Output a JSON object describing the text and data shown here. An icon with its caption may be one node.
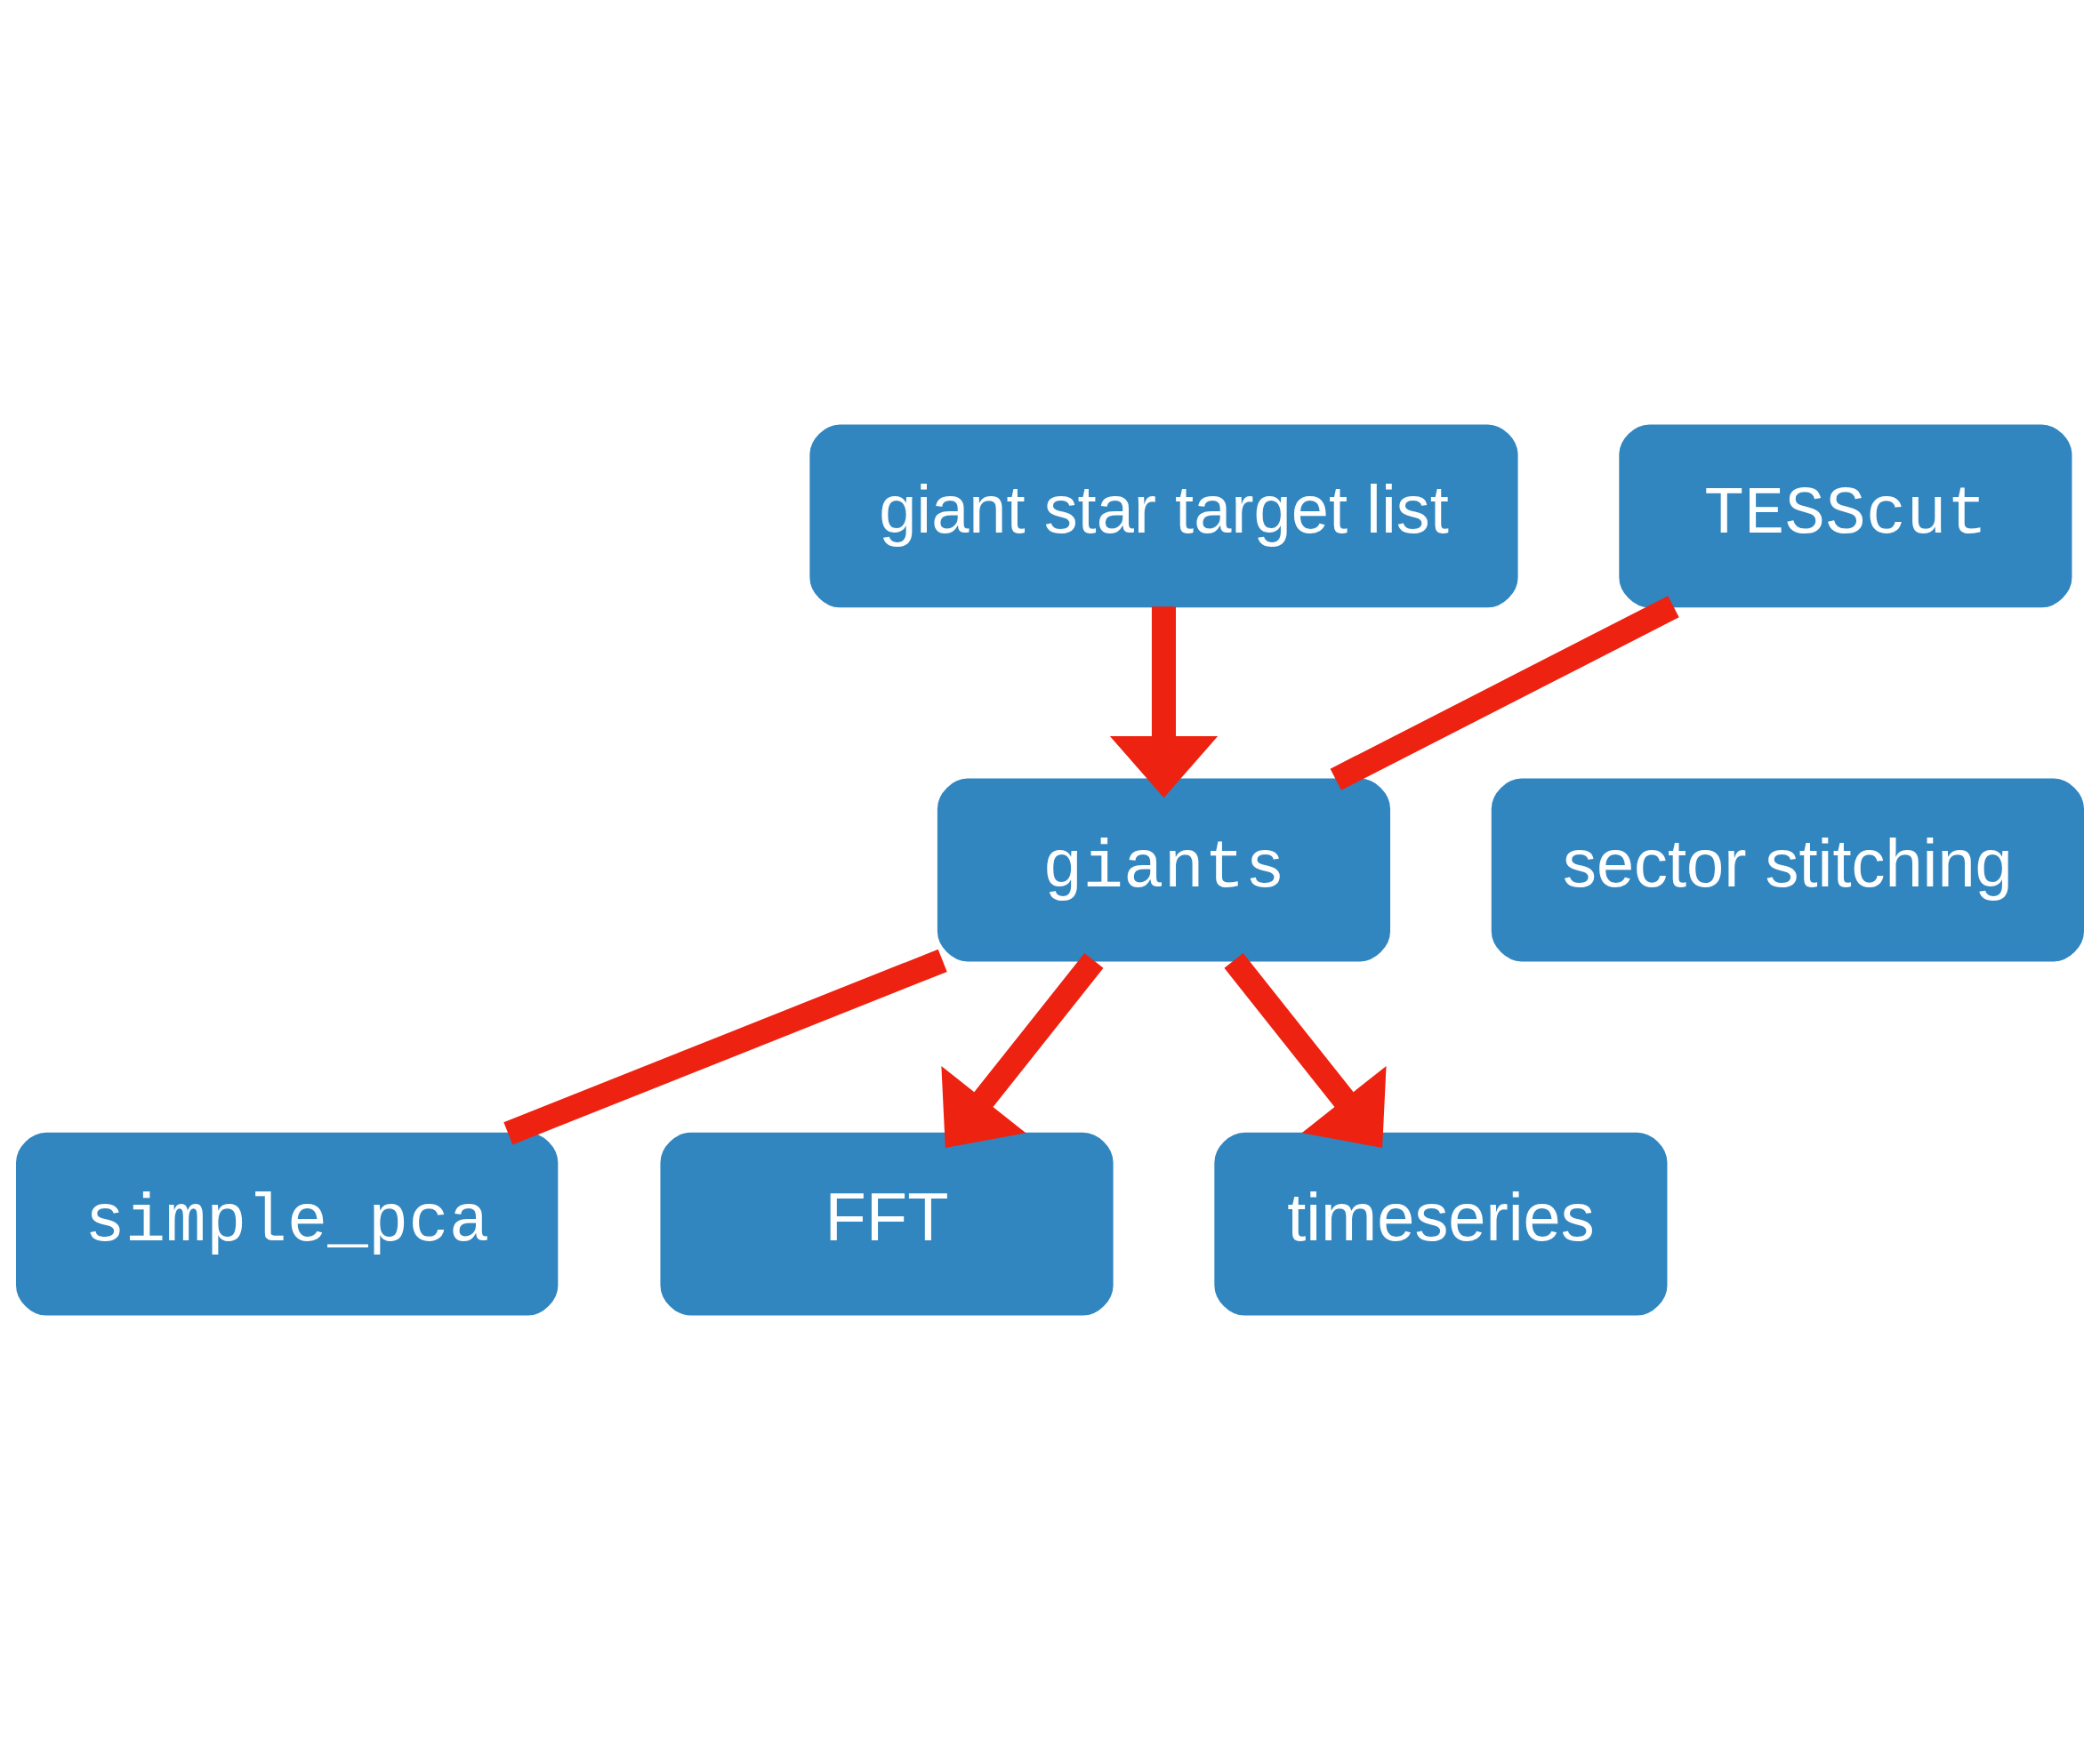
{
  "diagram": {
    "nodes": [
      {
        "text": [
          "giant star target list"
        ]
      },
      {
        "text": [
          "giants"
        ]
      },
      {
        "text": [
          "TESScut"
        ]
      },
      {
        "text": [
          "sector stitching"
        ]
      },
      {
        "text": [
          "simple_pca"
        ]
      },
      {
        "text": [
          "FFT"
        ]
      },
      {
        "text": [
          "timeseries"
        ]
      }
    ],
    "edges": [
      {
        "from": 0,
        "to": 1,
        "arrow": "to"
      },
      {
        "from": 1,
        "to": 2,
        "arrow": "none"
      },
      {
        "from": 1,
        "to": 4,
        "arrow": "none"
      },
      {
        "from": 1,
        "to": 5,
        "arrow": "to"
      },
      {
        "from": 1,
        "to": 6,
        "arrow": "to"
      }
    ]
  }
}
